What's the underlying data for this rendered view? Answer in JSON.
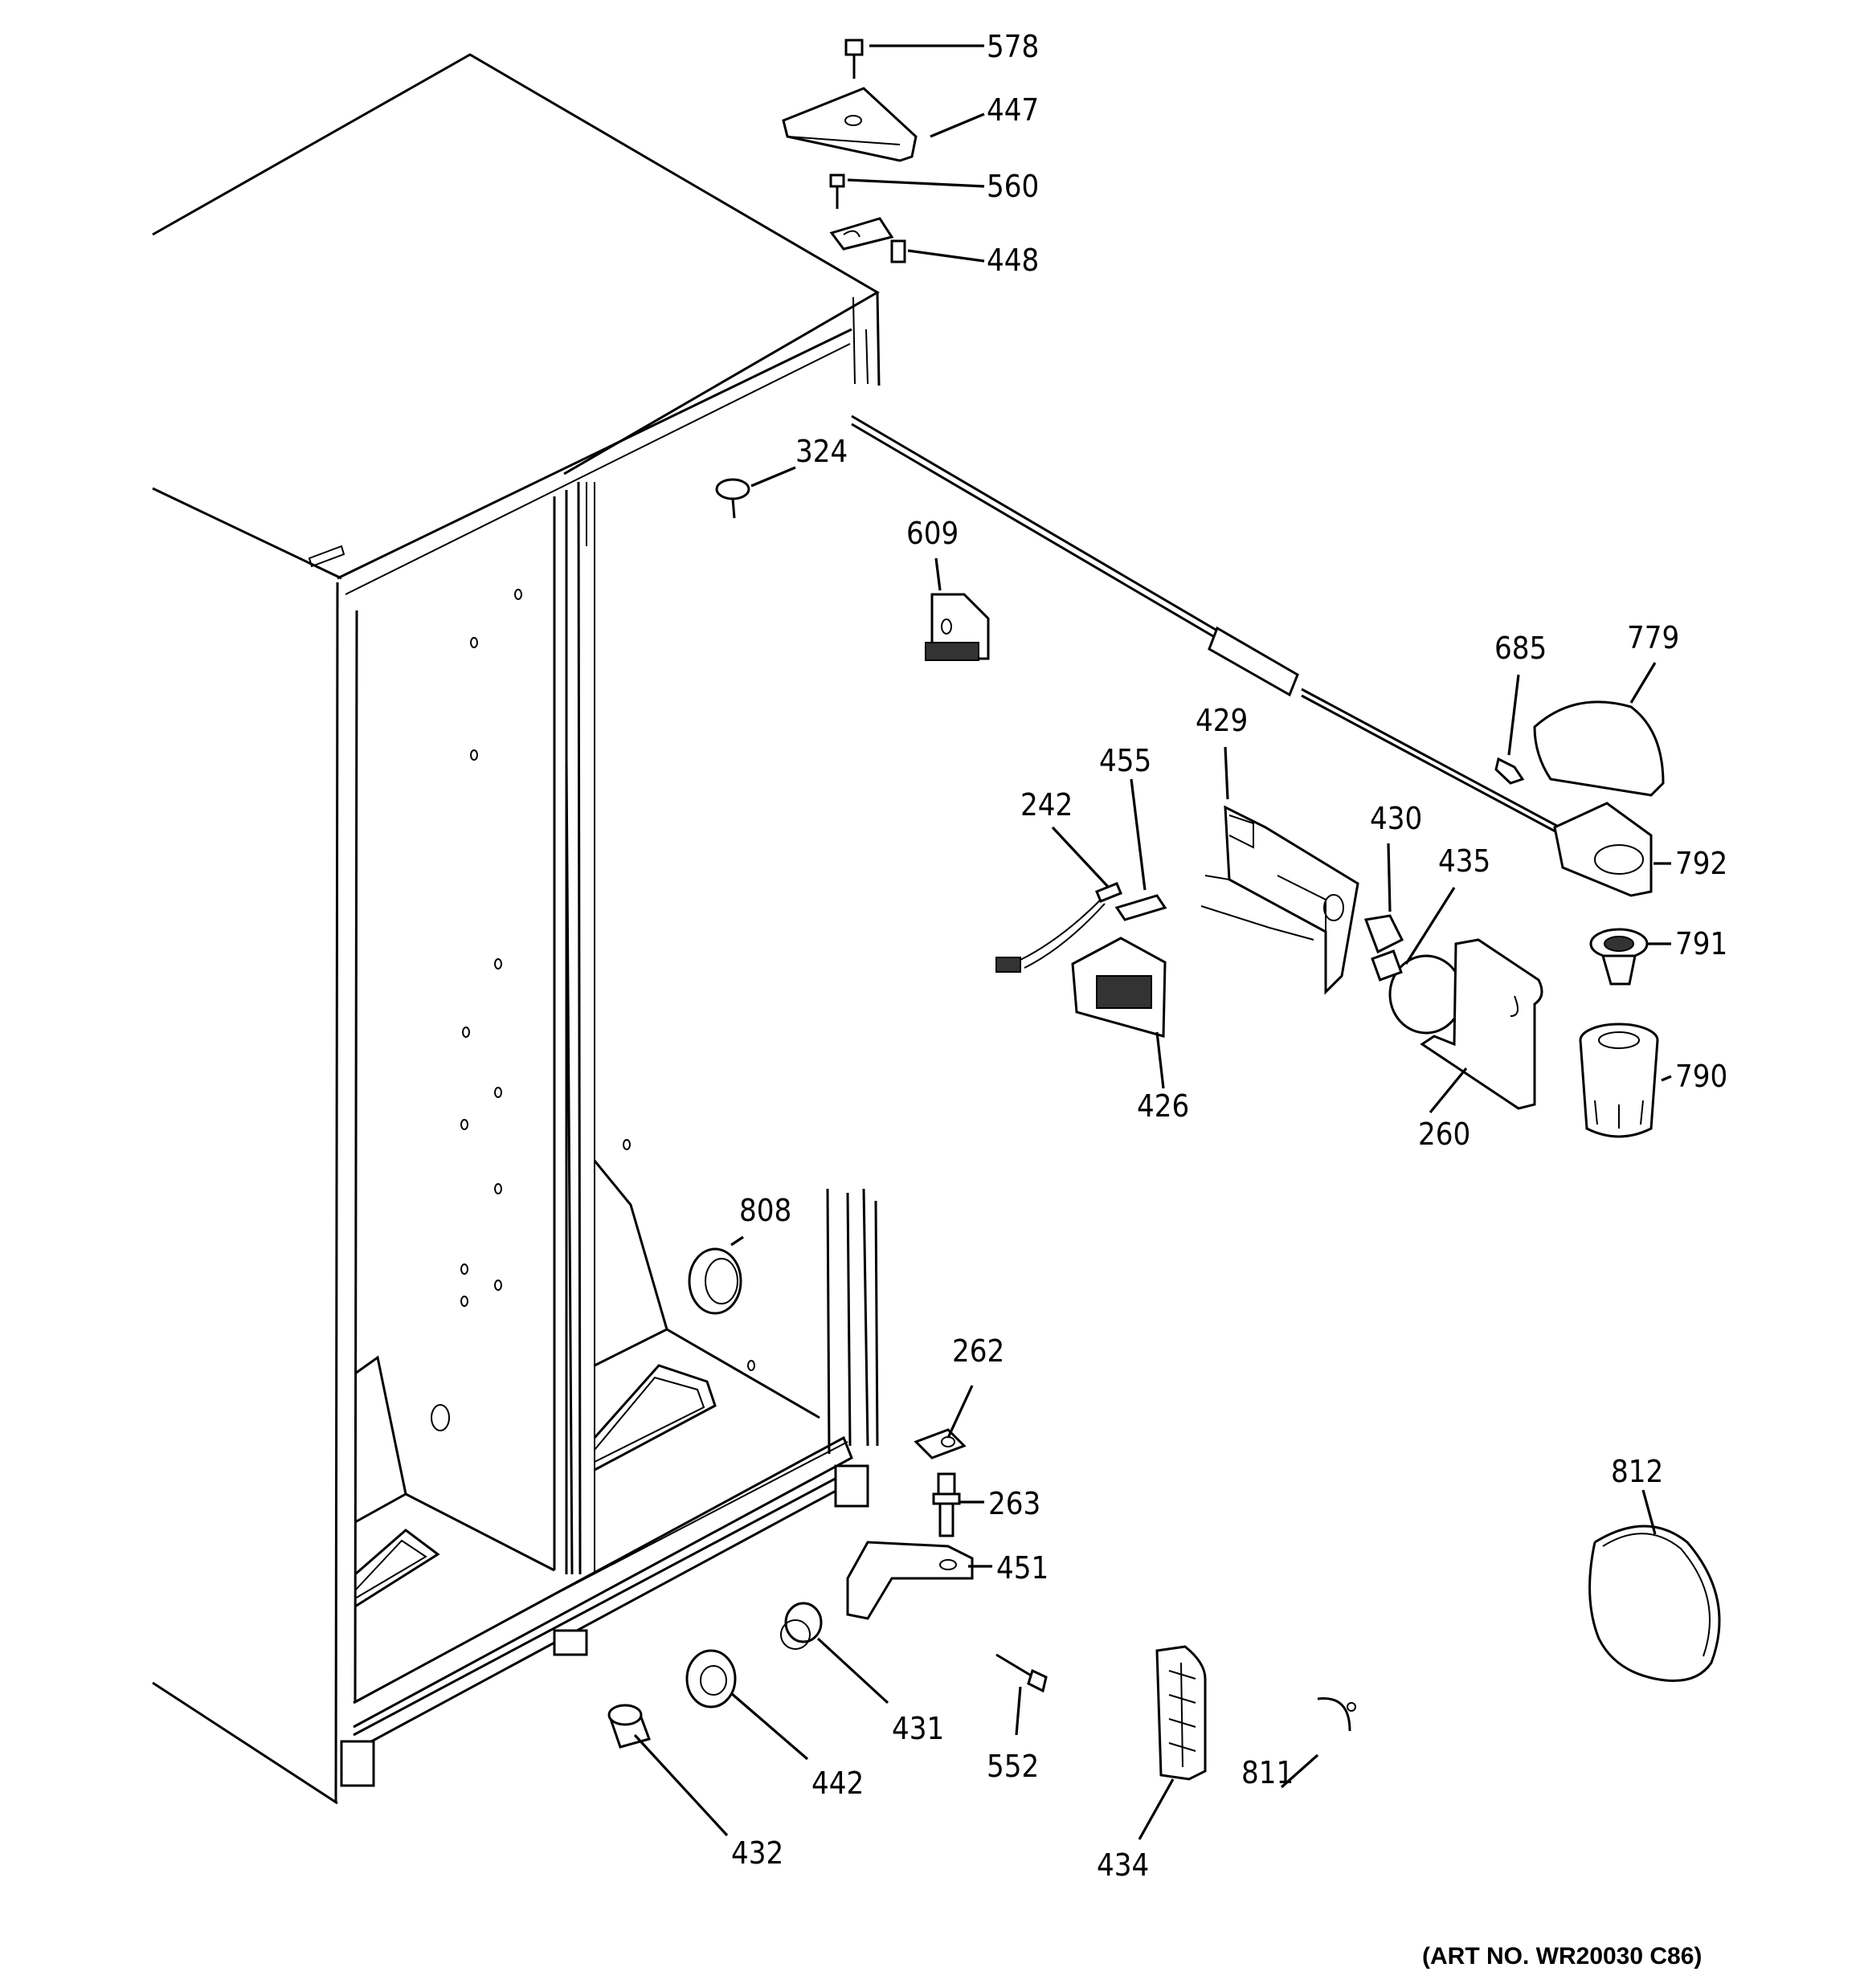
{
  "parts": [
    {
      "id": "578",
      "label": "578"
    },
    {
      "id": "447",
      "label": "447"
    },
    {
      "id": "560",
      "label": "560"
    },
    {
      "id": "448",
      "label": "448"
    },
    {
      "id": "324",
      "label": "324"
    },
    {
      "id": "609",
      "label": "609"
    },
    {
      "id": "685",
      "label": "685"
    },
    {
      "id": "779",
      "label": "779"
    },
    {
      "id": "429",
      "label": "429"
    },
    {
      "id": "455",
      "label": "455"
    },
    {
      "id": "242",
      "label": "242"
    },
    {
      "id": "430",
      "label": "430"
    },
    {
      "id": "435",
      "label": "435"
    },
    {
      "id": "792",
      "label": "792"
    },
    {
      "id": "791",
      "label": "791"
    },
    {
      "id": "790",
      "label": "790"
    },
    {
      "id": "426",
      "label": "426"
    },
    {
      "id": "260",
      "label": "260"
    },
    {
      "id": "808",
      "label": "808"
    },
    {
      "id": "262",
      "label": "262"
    },
    {
      "id": "263",
      "label": "263"
    },
    {
      "id": "451",
      "label": "451"
    },
    {
      "id": "812",
      "label": "812"
    },
    {
      "id": "431",
      "label": "431"
    },
    {
      "id": "552",
      "label": "552"
    },
    {
      "id": "442",
      "label": "442"
    },
    {
      "id": "811",
      "label": "811"
    },
    {
      "id": "432",
      "label": "432"
    },
    {
      "id": "434",
      "label": "434"
    }
  ],
  "art_number": "(ART NO. WR20030 C86)"
}
